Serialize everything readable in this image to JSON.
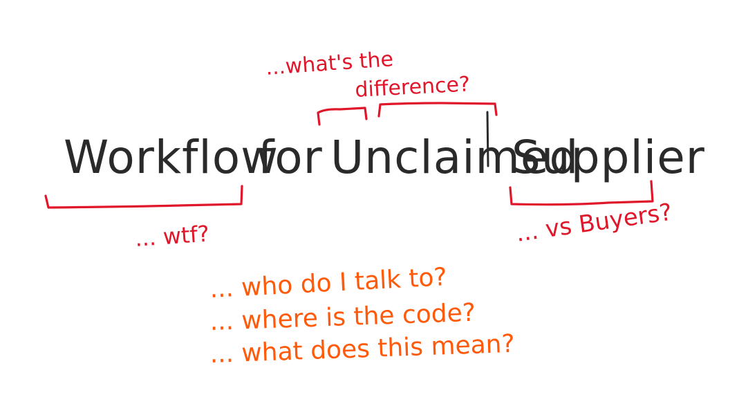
{
  "title": {
    "word1": "Workflow",
    "word2": "for",
    "word3": "Unclaimed",
    "word4": "Supplier"
  },
  "annotations": {
    "difference_line1": "...what's the",
    "difference_line2": "difference?",
    "workflow_note": "... wtf?",
    "supplier_note": "... vs Buyers?"
  },
  "questions": [
    "... who do I talk to?",
    "... where is the code?",
    "... what does this mean?"
  ],
  "colors": {
    "title": "#2a2a2a",
    "annotation": "#e0172b",
    "questions": "#ff5a0a",
    "background": "#ffffff"
  }
}
